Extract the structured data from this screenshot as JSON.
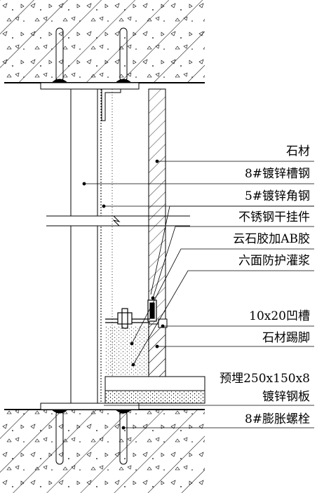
{
  "callouts": {
    "stone": "石材",
    "channel_steel": "8#镀锌槽钢",
    "angle_steel": "5#镀锌角钢",
    "hanger": "不锈钢干挂件",
    "adhesive": "云石胶加AB胶",
    "protection": "六面防护灌浆",
    "groove": "10x20凹槽",
    "skirting": "石材踢脚",
    "embed_plate_line1": "预埋250x150x8",
    "embed_plate_line2": "镀锌钢板",
    "bolt": "8#膨胀螺栓"
  },
  "colors": {
    "line": "#000000",
    "background": "#ffffff",
    "hatch": "#000000"
  }
}
